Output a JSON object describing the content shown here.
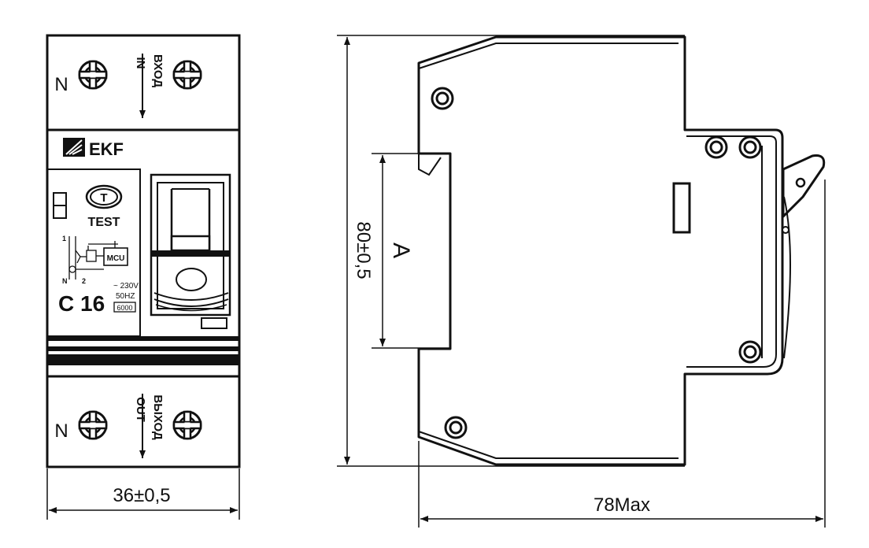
{
  "front_view": {
    "top_terminal": {
      "neutral_label": "N",
      "label_ru": "ВХОД",
      "label_en": "IN"
    },
    "brand": {
      "name": "EKF"
    },
    "test_button": {
      "symbol": "T",
      "label": "TEST"
    },
    "schematic": {
      "terminal_1": "1",
      "terminal_n": "N",
      "terminal_2": "2",
      "module": "MCU"
    },
    "rating": {
      "code": "C 16",
      "voltage": "~ 230V",
      "frequency": "50HZ",
      "breaking_capacity": "6000"
    },
    "bottom_terminal": {
      "neutral_label": "N",
      "label_ru": "ВЫХОД",
      "label_en": "OUT"
    },
    "width_dimension": "36±0,5"
  },
  "side_view": {
    "height_dimension": "80±0,5",
    "rail_label": "A",
    "depth_dimension": "78Max"
  },
  "colors": {
    "line": "#111111",
    "background": "#ffffff"
  }
}
